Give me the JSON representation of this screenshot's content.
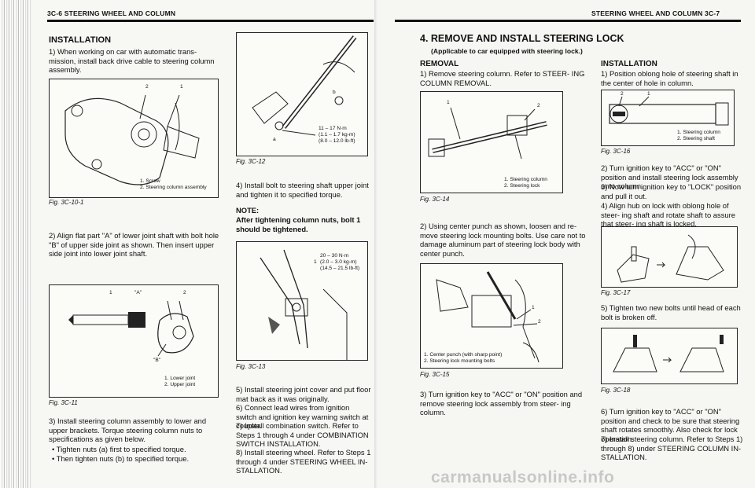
{
  "left_page": {
    "header": "3C-6 STEERING WHEEL AND COLUMN",
    "installation_title": "INSTALLATION",
    "step1": "1) When working on car with automatic trans- mission, install back drive cable to steering column assembly.",
    "fig_10_1": {
      "caption": "Fig. 3C-10-1",
      "legend": [
        "1. Screw",
        "2. Steering column assembly"
      ],
      "labels": [
        "2",
        "1"
      ]
    },
    "step2": "2) Align flat part \"A\" of lower joint shaft with bolt hole \"B\" of upper side joint as shown. Then insert upper side joint into lower joint shaft.",
    "fig_11": {
      "caption": "Fig. 3C-11",
      "legend": [
        "1. Lower joint",
        "2. Upper joint"
      ],
      "labels": [
        "1",
        "\"A\"",
        "2",
        "\"B\""
      ]
    },
    "step3": "3) Install steering column assembly to lower and upper brackets. Torque steering column nuts to specifications as given below.",
    "bullets": [
      "Tighten nuts (a) first to specified torque.",
      "Then tighten nuts (b) to specified torque."
    ],
    "fig_12": {
      "caption": "Fig. 3C-12",
      "torque": [
        "11 – 17 N·m",
        "(1.1 – 1.7 kg-m)",
        "(8.0 – 12.0 lb-ft)"
      ],
      "labels": [
        "a",
        "b"
      ]
    },
    "step4": "4) Install bolt to steering shaft upper joint and tighten it to specified torque.",
    "note_title": "NOTE:",
    "note_body": "After tightening column nuts, bolt 1 should be tightened.",
    "fig_13": {
      "caption": "Fig. 3C-13",
      "torque": [
        "20 – 30 N·m",
        "(2.0 – 3.0 kg-m)",
        "(14.5 – 21.5 lb-ft)"
      ],
      "labels": [
        "1"
      ]
    },
    "step5": "5) Install steering joint cover and put floor mat back as it was originally.",
    "step6": "6) Connect lead wires from ignition switch and ignition key warning switch at coupler.",
    "step7": "7) Install combination switch. Refer to Steps 1 through 4 under COMBINATION SWITCH INSTALLATION.",
    "step8": "8) Install steering wheel. Refer to Steps 1 through 4 under STEERING WHEEL IN- STALLATION."
  },
  "right_page": {
    "header": "STEERING WHEEL AND COLUMN 3C-7",
    "section_title": "4. REMOVE AND INSTALL STEERING LOCK",
    "section_sub": "(Applicable to car equipped with steering lock.)",
    "removal_title": "REMOVAL",
    "r_step1": "1) Remove steering column. Refer to STEER- ING COLUMN REMOVAL.",
    "fig_14": {
      "caption": "Fig. 3C-14",
      "legend": [
        "1. Steering column",
        "2. Steering lock"
      ],
      "labels": [
        "1",
        "2"
      ]
    },
    "r_step2": "2) Using center punch as shown, loosen and re- move steering lock mounting bolts. Use care not to damage aluminum part of steering lock body with center punch.",
    "fig_15": {
      "caption": "Fig. 3C-15",
      "legend": [
        "1. Center punch (with sharp point)",
        "2. Steering lock mounting bolts"
      ],
      "labels": [
        "1",
        "2"
      ]
    },
    "r_step3": "3) Turn ignition key to \"ACC\" or \"ON\" position and remove steering lock assembly from steer- ing column.",
    "install_title": "INSTALLATION",
    "i_step1": "1) Position oblong hole of steering shaft in the center of hole in column.",
    "fig_16": {
      "caption": "Fig. 3C-16",
      "legend": [
        "1. Steering column",
        "2. Steering shaft"
      ],
      "labels": [
        "2",
        "1"
      ]
    },
    "i_step2": "2) Turn ignition key to \"ACC\" or \"ON\" position and install steering lock assembly onto column.",
    "i_step3": "3) Now turn ignition key to \"LOCK\" position and pull it out.",
    "i_step4": "4) Align hub on lock with oblong hole of steer- ing shaft and rotate shaft to assure that steer- ing shaft is locked.",
    "fig_17": {
      "caption": "Fig. 3C-17"
    },
    "i_step5": "5) Tighten two new bolts until head of each bolt is broken off.",
    "fig_18": {
      "caption": "Fig. 3C-18"
    },
    "i_step6": "6) Turn ignition key to \"ACC\" or \"ON\" position and check to be sure that steering shaft rotates smoothly. Also check for lock operation.",
    "i_step7": "7) Install steering column. Refer to Steps 1) through 8) under STEERING COLUMN IN- STALLATION."
  },
  "watermark": "carmanualsonline.info"
}
